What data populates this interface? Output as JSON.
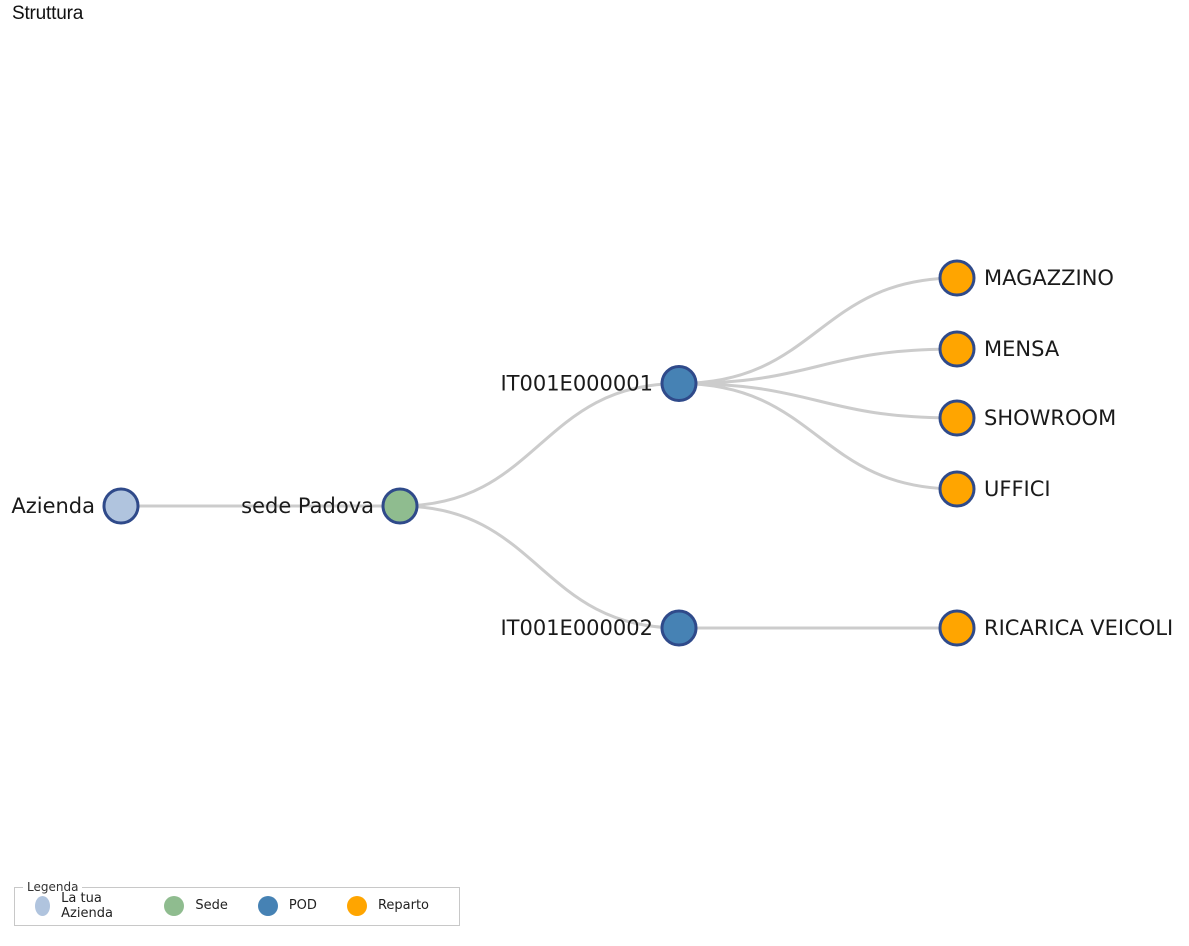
{
  "page": {
    "title": "Struttura"
  },
  "colors": {
    "link": "#cccccc",
    "node_stroke": "#2f4a8a",
    "azienda": "#b0c4de",
    "sede": "#8fbc8f",
    "pod": "#4682b4",
    "reparto": "#ffa500"
  },
  "tree": {
    "nodes": [
      {
        "id": "azienda",
        "label": "Azienda",
        "type": "azienda",
        "level": 0,
        "children": [
          "sede-padova"
        ]
      },
      {
        "id": "sede-padova",
        "label": "sede Padova",
        "type": "sede",
        "level": 1,
        "children": [
          "pod-1",
          "pod-2"
        ]
      },
      {
        "id": "pod-1",
        "label": "IT001E000001",
        "type": "pod",
        "level": 2,
        "children": [
          "magazzino",
          "mensa",
          "showroom",
          "uffici"
        ]
      },
      {
        "id": "pod-2",
        "label": "IT001E000002",
        "type": "pod",
        "level": 2,
        "children": [
          "ricarica-veicoli"
        ]
      },
      {
        "id": "magazzino",
        "label": "MAGAZZINO",
        "type": "reparto",
        "level": 3,
        "children": []
      },
      {
        "id": "mensa",
        "label": "MENSA",
        "type": "reparto",
        "level": 3,
        "children": []
      },
      {
        "id": "showroom",
        "label": "SHOWROOM",
        "type": "reparto",
        "level": 3,
        "children": []
      },
      {
        "id": "uffici",
        "label": "UFFICI",
        "type": "reparto",
        "level": 3,
        "children": []
      },
      {
        "id": "ricarica-veicoli",
        "label": "RICARICA VEICOLI",
        "type": "reparto",
        "level": 3,
        "children": []
      }
    ]
  },
  "legend": {
    "title": "Legenda",
    "items": [
      {
        "label": "La tua Azienda",
        "type": "azienda"
      },
      {
        "label": "Sede",
        "type": "sede"
      },
      {
        "label": "POD",
        "type": "pod"
      },
      {
        "label": "Reparto",
        "type": "reparto"
      }
    ]
  }
}
